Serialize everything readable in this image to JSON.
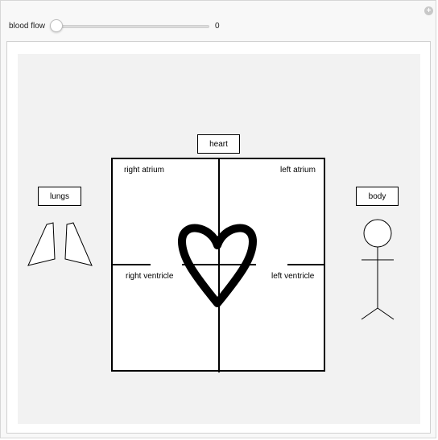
{
  "controls": {
    "slider_label": "blood flow",
    "slider_value": "0",
    "slider_fraction": 0
  },
  "diagram": {
    "heart_label": "heart",
    "lungs_label": "lungs",
    "body_label": "body",
    "chambers": {
      "right_atrium": "right atrium",
      "left_atrium": "left atrium",
      "right_ventricle": "right ventricle",
      "left_ventricle": "left ventricle"
    }
  },
  "icons": {
    "add": "plus-icon",
    "heart": "heart-icon",
    "lungs": "lungs-icon",
    "body": "stick-figure-icon"
  },
  "colors": {
    "panel_background": "#f2f2f2",
    "stroke": "#000000"
  }
}
